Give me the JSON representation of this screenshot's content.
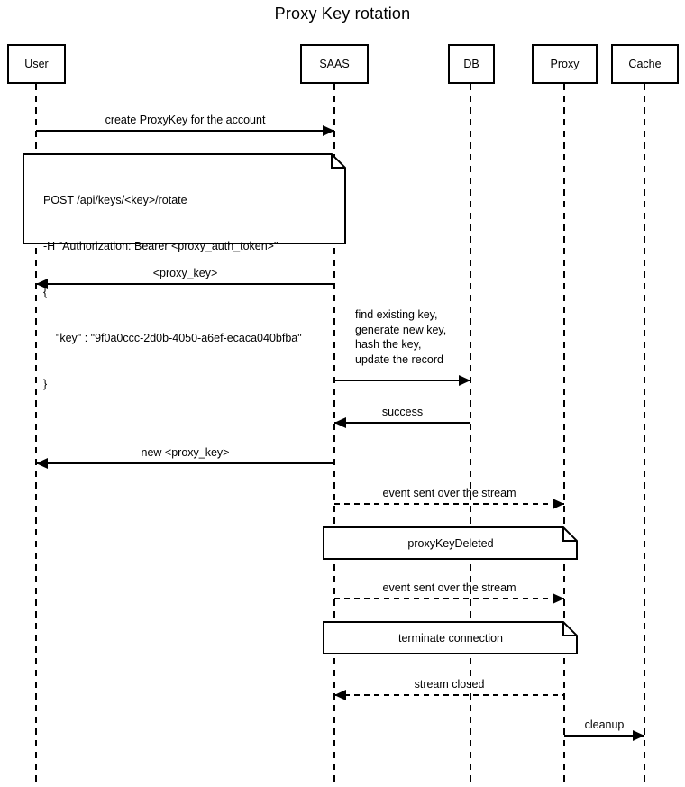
{
  "title": "Proxy Key rotation",
  "actors": [
    {
      "label": "User"
    },
    {
      "label": "SAAS"
    },
    {
      "label": "DB"
    },
    {
      "label": "Proxy"
    },
    {
      "label": "Cache"
    }
  ],
  "messages": [
    {
      "label": "create ProxyKey for the account",
      "from": "User",
      "to": "SAAS",
      "line_style": "solid"
    },
    {
      "label": "<proxy_key>",
      "from": "SAAS",
      "to": "User",
      "line_style": "solid"
    },
    {
      "lines": [
        "find existing key,",
        "generate new key,",
        "hash the key,",
        "update the record"
      ],
      "from": "SAAS",
      "to": "DB",
      "line_style": "solid"
    },
    {
      "label": "success",
      "from": "DB",
      "to": "SAAS",
      "line_style": "solid"
    },
    {
      "label": "new <proxy_key>",
      "from": "SAAS",
      "to": "User",
      "line_style": "solid"
    },
    {
      "label": "event sent over the stream",
      "from": "SAAS",
      "to": "Proxy",
      "line_style": "dashed"
    },
    {
      "label": "event sent over the stream",
      "from": "SAAS",
      "to": "Proxy",
      "line_style": "dashed"
    },
    {
      "label": "stream closed",
      "from": "Proxy",
      "to": "SAAS",
      "line_style": "dashed"
    },
    {
      "label": "cleanup",
      "from": "Proxy",
      "to": "Cache",
      "line_style": "solid"
    }
  ],
  "notes": [
    {
      "lines": [
        "POST /api/keys/<key>/rotate",
        "-H \"Authorization: Bearer <proxy_auth_token>\"",
        "{",
        "    \"key\" : \"9f0a0ccc-2d0b-4050-a6ef-ecaca040bfba\"",
        "}"
      ]
    },
    {
      "label": "proxyKeyDeleted"
    },
    {
      "label": "terminate connection"
    }
  ],
  "colors": {
    "stroke": "#000000",
    "fill": "#ffffff",
    "text": "#000000"
  }
}
